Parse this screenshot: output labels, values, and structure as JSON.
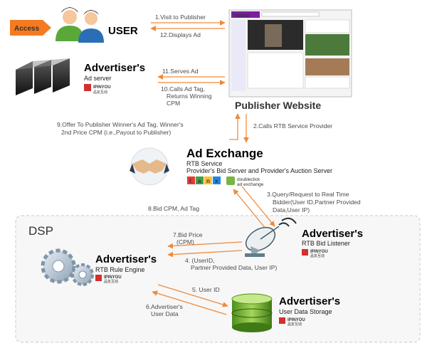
{
  "access": "Access",
  "user": "USER",
  "advertiser_ad_server": {
    "title": "Advertiser's",
    "subtitle": "Ad server"
  },
  "publisher": "Publisher Website",
  "ad_exchange": {
    "title": "Ad Exchange",
    "line1": "RTB Service",
    "line2": "Provider's Bid Server and Provider's Auction Server",
    "tanx_letters": [
      "t",
      "a",
      "n",
      "x"
    ],
    "doubleclick_line1": "doubleclick",
    "doubleclick_line2": "ad exchange"
  },
  "dsp": "DSP",
  "bid_listener": {
    "title": "Advertiser's",
    "subtitle": "RTB Bid Listener"
  },
  "rule_engine": {
    "title": "Advertiser's",
    "subtitle": "RTB Rule Engine"
  },
  "data_storage": {
    "title": "Advertiser's",
    "subtitle": "User Data Storage"
  },
  "brand": {
    "name": "IPINYOU",
    "cn": "品友互动"
  },
  "steps": {
    "s1": "1.Visit to Publisher",
    "s12": "12.Displays Ad",
    "s11": "11.Serves Ad",
    "s10": [
      "10.Calls Ad Tag,",
      "Returns Winning",
      "CPM"
    ],
    "s9": [
      "9.Offer To Publisher  Winner's Ad Tag,  Winner's",
      "2nd Price CPM (i.e.,Payout to Publisher)"
    ],
    "s2": "2.Calls RTB Service Provider",
    "s3": [
      "3.Query/Request to Real Time",
      "Bidder(User ID,Partner Provided",
      "Data,User IP)"
    ],
    "s8": "8.Bid CPM,  Ad Tag",
    "s7": [
      "7.Bid Price",
      "(CPM)"
    ],
    "s4": [
      "4.  (UserID,",
      "Partner Provided Data,   User IP)"
    ],
    "s5": "5. User  ID",
    "s6": [
      "6.Advertiser's",
      "User Data"
    ]
  },
  "colors": {
    "arrow": "#f08a3c",
    "dsp_border": "#c8c8c8",
    "access": "#f47b20"
  }
}
